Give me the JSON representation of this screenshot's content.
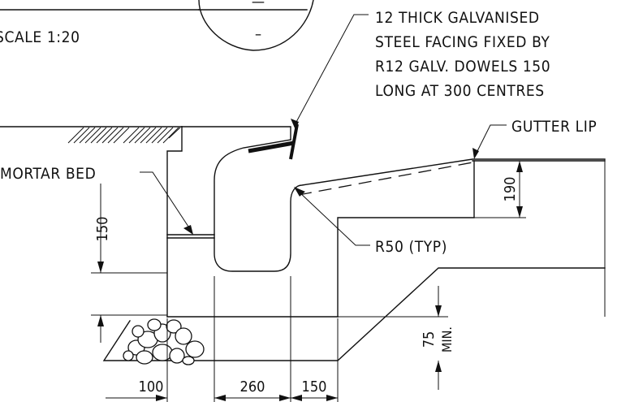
{
  "title_block": {
    "scale": "SCALE 1:20",
    "section_dash": "–",
    "section_bar": "—"
  },
  "notes": {
    "facing": [
      "12 THICK GALVANISED",
      "STEEL FACING FIXED BY",
      "R12 GALV. DOWELS  150",
      "LONG AT 300 CENTRES"
    ],
    "gutter_lip": "GUTTER LIP",
    "mortar_bed": "MORTAR BED",
    "radius": "R50 (TYP)"
  },
  "dimensions": {
    "mortar_height": "150",
    "lip_height": "190",
    "base_depth": "75",
    "base_min": "MIN.",
    "width_left": "100",
    "width_centre": "260",
    "width_right": "150"
  }
}
